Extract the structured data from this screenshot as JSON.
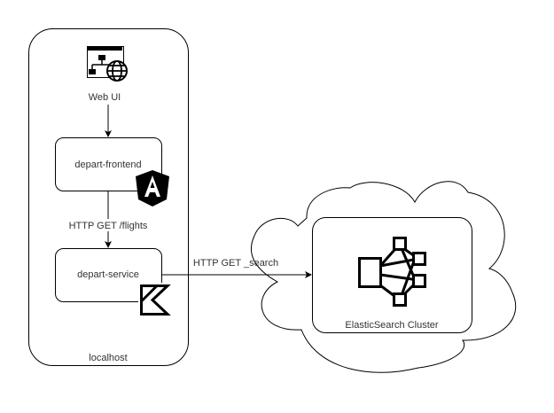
{
  "diagram": {
    "localhost": {
      "label": "localhost",
      "web_ui": {
        "label": "Web UI",
        "icon": "web-ui-sitemap-globe-icon"
      },
      "frontend": {
        "label": "depart-frontend",
        "icon": "angular-logo-icon"
      },
      "service": {
        "label": "depart-service",
        "icon": "kotlin-logo-icon"
      }
    },
    "cloud": {
      "cluster": {
        "label": "ElasticSearch Cluster",
        "icon": "cluster-network-icon"
      }
    },
    "edges": [
      {
        "from": "Web UI",
        "to": "depart-frontend",
        "label": ""
      },
      {
        "from": "depart-frontend",
        "to": "depart-service",
        "label": "HTTP GET /flights"
      },
      {
        "from": "depart-service",
        "to": "ElasticSearch Cluster",
        "label": "HTTP GET _search"
      }
    ]
  }
}
